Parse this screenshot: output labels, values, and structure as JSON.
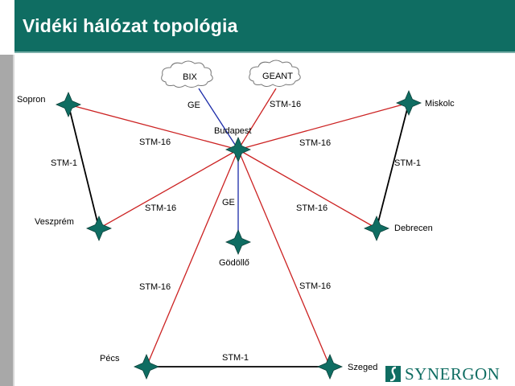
{
  "title": "Vidéki hálózat topológia",
  "logo": {
    "text": "SYNERGON",
    "color": "#0f6d62"
  },
  "colors": {
    "stm16": "#cc2222",
    "ge": "#1a2aa8",
    "stm1": "#000000",
    "node": "#0f6d62",
    "header": "#0f6d62"
  },
  "clouds": [
    {
      "id": "bix",
      "label": "BIX"
    },
    {
      "id": "geant",
      "label": "GEANT"
    }
  ],
  "nodes": [
    {
      "id": "budapest",
      "label": "Budapest"
    },
    {
      "id": "sopron",
      "label": "Sopron"
    },
    {
      "id": "miskolc",
      "label": "Miskolc"
    },
    {
      "id": "veszprem",
      "label": "Veszprém"
    },
    {
      "id": "debrecen",
      "label": "Debrecen"
    },
    {
      "id": "godollo",
      "label": "Gödöllő"
    },
    {
      "id": "pecs",
      "label": "Pécs"
    },
    {
      "id": "szeged",
      "label": "Szeged"
    }
  ],
  "links": [
    {
      "from": "bix",
      "to": "budapest",
      "type": "ge",
      "label": "GE"
    },
    {
      "from": "geant",
      "to": "budapest",
      "type": "stm16",
      "label": "STM-16"
    },
    {
      "from": "sopron",
      "to": "budapest",
      "type": "stm16",
      "label": "STM-16"
    },
    {
      "from": "miskolc",
      "to": "budapest",
      "type": "stm16",
      "label": "STM-16"
    },
    {
      "from": "veszprem",
      "to": "budapest",
      "type": "stm16",
      "label": "STM-16"
    },
    {
      "from": "debrecen",
      "to": "budapest",
      "type": "stm16",
      "label": "STM-16"
    },
    {
      "from": "godollo",
      "to": "budapest",
      "type": "ge",
      "label": "GE"
    },
    {
      "from": "pecs",
      "to": "budapest",
      "type": "stm16",
      "label": "STM-16"
    },
    {
      "from": "szeged",
      "to": "budapest",
      "type": "stm16",
      "label": "STM-16"
    },
    {
      "from": "sopron",
      "to": "veszprem",
      "type": "stm1",
      "label": "STM-1"
    },
    {
      "from": "miskolc",
      "to": "debrecen",
      "type": "stm1",
      "label": "STM-1"
    },
    {
      "from": "pecs",
      "to": "szeged",
      "type": "stm1",
      "label": "STM-1"
    }
  ]
}
